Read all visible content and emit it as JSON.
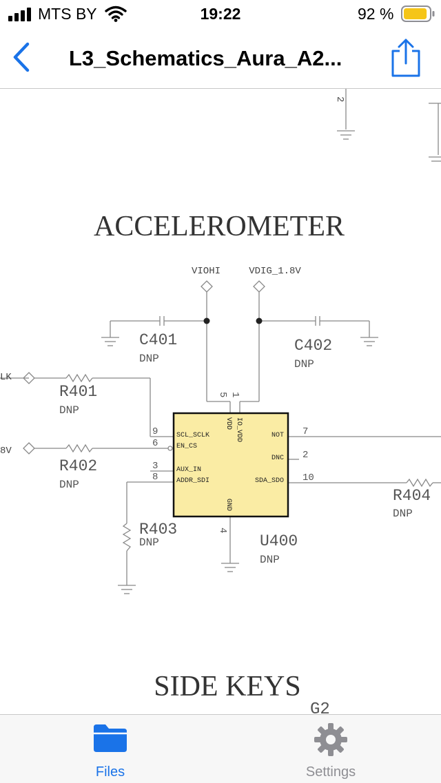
{
  "status_bar": {
    "carrier": "MTS BY",
    "time": "19:22",
    "battery_percent": "92 %",
    "battery_level": 0.92,
    "battery_color": "#f5c518"
  },
  "nav": {
    "title": "L3_Schematics_Aura_A2...",
    "back_icon": "chevron-left-icon",
    "share_icon": "share-icon",
    "accent_color": "#1a73e8"
  },
  "schematic": {
    "titles": [
      "ACCELEROMETER",
      "SIDE KEYS"
    ],
    "nets": [
      "VIOHI",
      "VDIG_1.8V"
    ],
    "partial_labels": [
      "LK",
      "8V",
      "2",
      "G2"
    ],
    "components": {
      "c401": {
        "ref": "C401",
        "note": "DNP"
      },
      "c402": {
        "ref": "C402",
        "note": "DNP"
      },
      "r401": {
        "ref": "R401",
        "note": "DNP"
      },
      "r402": {
        "ref": "R402",
        "note": "DNP"
      },
      "r403": {
        "ref": "R403",
        "note": "DNP"
      },
      "r404": {
        "ref": "R404",
        "note": "DNP"
      },
      "u400": {
        "ref": "U400",
        "note": "DNP"
      }
    },
    "chip_color": "#faeca4",
    "chip_pins": {
      "scl": "SCL_SCLK",
      "en": "EN_CS",
      "aux": "AUX_IN",
      "addr": "ADDR_SDI",
      "vdd": "VDD",
      "io_vdd": "IO_VDD",
      "not": "NOT",
      "dnc": "DNC",
      "sda": "SDA_SDO",
      "gnd": "GND"
    },
    "pin_numbers": {
      "p9": "9",
      "p6": "6",
      "p3": "3",
      "p8": "8",
      "p7": "7",
      "p2": "2",
      "p10": "10",
      "p4": "4",
      "p5": "5",
      "p1": "1"
    }
  },
  "tab_bar": {
    "tabs": [
      {
        "label": "Files",
        "icon": "folder-icon",
        "active": true
      },
      {
        "label": "Settings",
        "icon": "gear-icon",
        "active": false
      }
    ],
    "active_color": "#1a73e8",
    "inactive_color": "#8e8e93"
  }
}
